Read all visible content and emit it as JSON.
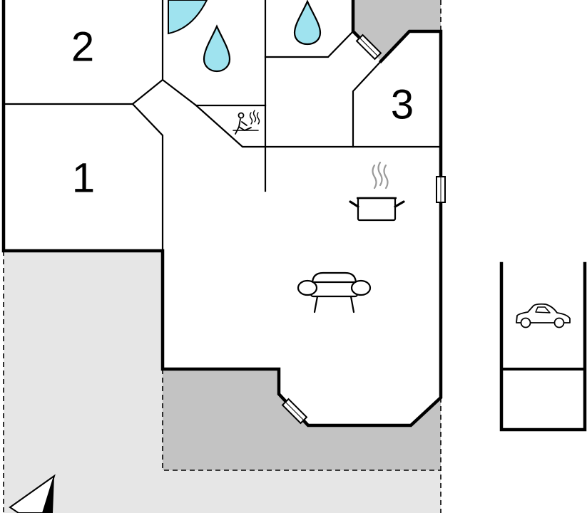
{
  "rooms": {
    "room_1": {
      "label": "1"
    },
    "room_2": {
      "label": "2"
    },
    "room_3": {
      "label": "3"
    }
  },
  "icons": {
    "shower": "water-drop-icon",
    "sauna": "sauna-icon",
    "kitchen": "cooking-pot-icon",
    "living": "sofa-icon",
    "parking": "car-icon",
    "compass": "north-arrow-icon"
  },
  "colors": {
    "walls": "#000000",
    "terrace_light": "#e6e6e6",
    "terrace_dark": "#c3c3c3",
    "water": "#9fe3ef"
  }
}
